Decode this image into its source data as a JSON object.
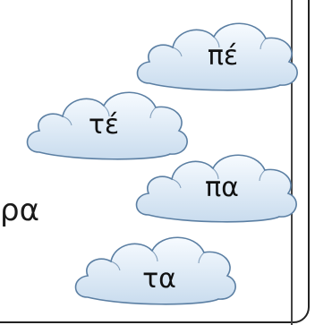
{
  "partial_word": "ρα",
  "clouds": [
    {
      "label": "πέ"
    },
    {
      "label": "τέ"
    },
    {
      "label": "πα"
    },
    {
      "label": "τα"
    }
  ],
  "colors": {
    "cloud_fill_top": "#f7fbff",
    "cloud_fill_bottom": "#c9dcee",
    "cloud_stroke": "#5b7fa3"
  }
}
